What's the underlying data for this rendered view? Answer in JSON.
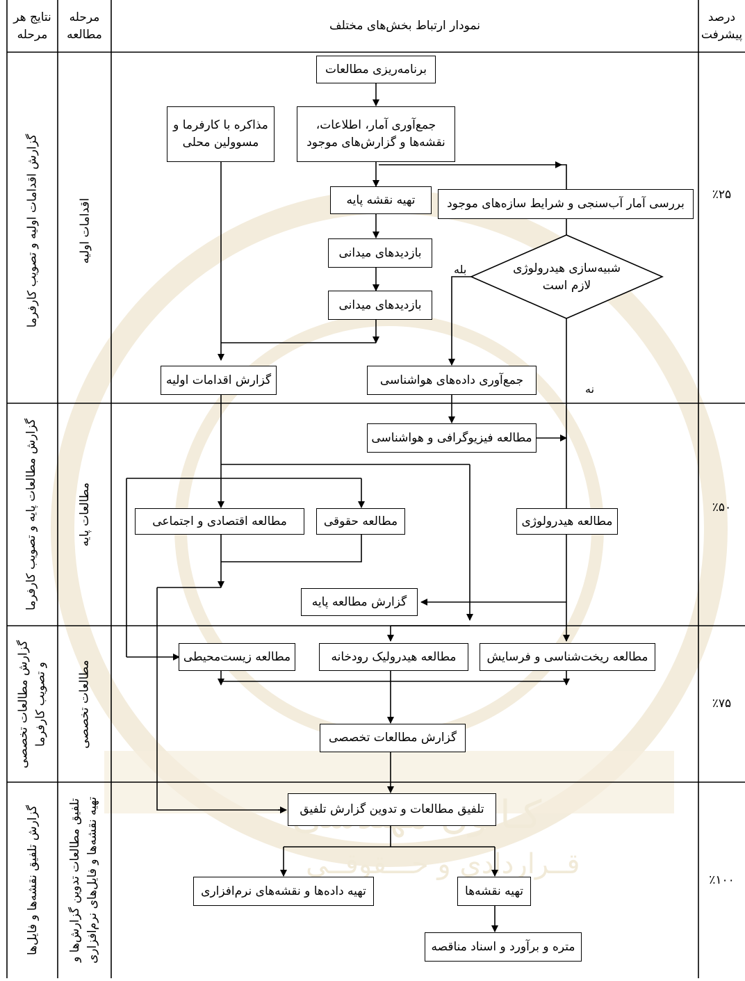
{
  "header": {
    "results": "نتایج هر مرحله",
    "stage": "مرحله مطالعه",
    "diagram": "نمودار ارتباط بخش‌های مختلف",
    "progress": "درصد پیشرفت"
  },
  "rows": [
    {
      "result": "گزارش اقدامات اولیه و تصویب کارفرما",
      "stage": "اقدامات اولیه",
      "progress": "٪۲۵"
    },
    {
      "result": "گزارش مطالعات پایه و تصویب کارفرما",
      "stage": "مطالعات پایه",
      "progress": "٪۵۰"
    },
    {
      "result": "گزارش مطالعات تخصصی\nو تصویب کارفرما",
      "stage": "مطالعات تخصصی",
      "progress": "٪۷۵"
    },
    {
      "result": "گزارش تلفیق نقشه‌ها و فایل‌ها",
      "stage": "تلفیق مطالعات تدوین گزارش‌ها و\nتهیه نقشه‌ها و فایل‌های نرم‌افزاری",
      "progress": "٪۱۰۰"
    }
  ],
  "boxes": {
    "planning": "برنامه‌ریزی مطالعات",
    "collect": "جمع‌آوری آمار، اطلاعات،\nنقشه‌ها و گزارش‌های موجود",
    "negotiate": "مذاکره با کارفرما و\nمسوولین محلی",
    "base_map": "تهیه نقشه پایه",
    "hydrometry": "بررسی آمار آب‌سنجی و شرایط سازه‌های موجود",
    "field1": "بازدیدهای میدانی",
    "field2": "بازدیدهای میدانی",
    "decision": "شبیه‌سازی هیدرولوژی\nلازم است",
    "initial_report": "گزارش اقدامات اولیه",
    "met_data": "جمع‌آوری داده‌های هواشناسی",
    "physio": "مطالعه فیزیوگرافی و هواشناسی",
    "economic": "مطالعه اقتصادی و اجتماعی",
    "legal": "مطالعه حقوقی",
    "hydrology": "مطالعه هیدرولوژی",
    "base_report": "گزارش مطالعه پایه",
    "environment": "مطالعه زیست‌محیطی",
    "river_hydraulic": "مطالعه هیدرولیک رودخانه",
    "morphology": "مطالعه ریخت‌شناسی و فرسایش",
    "specialist_report": "گزارش مطالعات تخصصی",
    "integration": "تلفیق مطالعات و تدوین گزارش تلفیق",
    "software_data": "تهیه داده‌ها و نقشه‌های نرم‌افزاری",
    "maps": "تهیه نقشه‌ها",
    "tender": "متره و برآورد و اسناد مناقصه"
  },
  "labels": {
    "yes": "بله",
    "no": "نه"
  },
  "watermark": {
    "line1": "کـانون مهندسی",
    "line2": "قــراردادی و حـــقوقــی"
  }
}
